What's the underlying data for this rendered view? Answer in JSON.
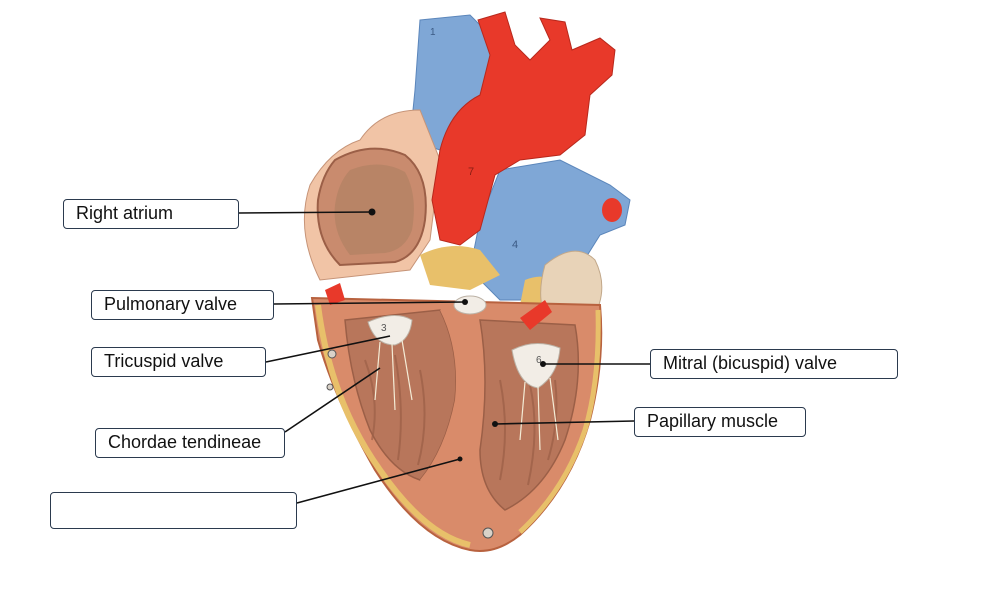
{
  "labels": {
    "right_atrium": "Right atrium",
    "pulmonary_valve": "Pulmonary valve",
    "tricuspid_valve": "Tricuspid valve",
    "chordae_tendineae": "Chordae tendineae",
    "blank_label": "",
    "mitral_valve": "Mitral (bicuspid) valve",
    "papillary_muscle": "Papillary muscle"
  },
  "model_numbers": {
    "n1": "1",
    "n3": "3",
    "n4": "4",
    "n7": "7",
    "n6": "6"
  },
  "colors": {
    "aorta": "#e8392a",
    "vein_blue": "#7fa7d6",
    "myocardium": "#d98b6a",
    "cavity": "#b87a63",
    "fat_yellow": "#e8c06a",
    "outline": "#2b3a4e"
  }
}
